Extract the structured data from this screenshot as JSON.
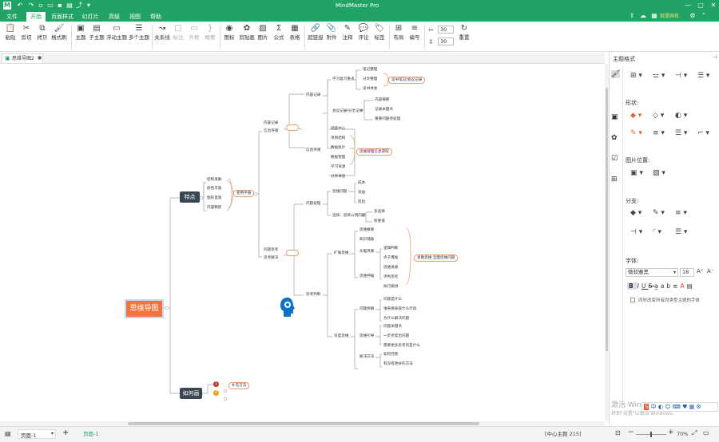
{
  "app": {
    "title": "MindMaster Pro",
    "user_label": "就是网名"
  },
  "menu_tabs": [
    "文件",
    "开始",
    "页面样式",
    "幻灯片",
    "高级",
    "视图",
    "帮助"
  ],
  "active_tab": "开始",
  "ribbon": {
    "paste": "粘贴",
    "cut": "剪切",
    "copy": "拷贝",
    "format_painter": "格式刷",
    "topic": "主题",
    "subtopic": "子主题",
    "floating_topic": "浮动主题",
    "multi_topic": "多个主题",
    "relationship": "关系线",
    "callout": "标注",
    "boundary": "外框",
    "summary": "概要",
    "icon": "图标",
    "clipart": "剪贴画",
    "picture": "图片",
    "formula": "公式",
    "table": "表格",
    "hyperlink": "超链接",
    "attachment": "附件",
    "note": "注释",
    "comment": "评论",
    "tag": "标签",
    "layout": "布局",
    "numbering": "编号",
    "spin_value_1": "30",
    "spin_value_2": "30",
    "reset": "重置"
  },
  "doc_tab": {
    "name": "思维导图2"
  },
  "mindmap": {
    "root": "思维导图",
    "branch1": "特点",
    "branch2": "如何画",
    "features": [
      "结构发散",
      "颜色丰富",
      "图形直观",
      "内容精炼"
    ],
    "feature_summary": "使用手册",
    "l2_top": "内容记录",
    "l2_top_sub": "信息存储",
    "l2_mid": "问题思考",
    "l2_mid_sub": "思考解决",
    "focus": "内容记录",
    "focus_children": [
      "学习复习重点",
      "会议记录/分享记录",
      "信息存储"
    ],
    "study_items": [
      "笔记整理",
      "分享整理",
      "读书体会"
    ],
    "study_tag": "读书笔记/会议记录",
    "meeting_items": [
      "内容摘要",
      "记录关键点",
      "重要问题待处理"
    ],
    "store_items": [
      "调查中心",
      "项目结构",
      "数据统计",
      "数据管理",
      "学习资源",
      "分享体验"
    ],
    "store_tag": "思维管理信息获取",
    "problem": "问题处理",
    "problem_children": [
      "思维问题",
      "选择、思辨公钥问题"
    ],
    "problem_a": [
      "成本",
      "效益",
      "风险"
    ],
    "problem_b": [
      "多选择",
      "权重值"
    ],
    "think": "思考判断",
    "think_children": [
      "扩展思维",
      "深度思维"
    ],
    "expand": [
      "思维概要",
      "知识储备",
      "头脑风暴",
      "思维伸展"
    ],
    "brain_items": [
      "逻辑判断",
      "点子爆发",
      "思维发展",
      "评判思考",
      "执行跟进"
    ],
    "brain_tag": "发散思维 全面思维问题",
    "deep_groups": [
      "问题拆解",
      "思维引导",
      "解决方法"
    ],
    "deep_items": [
      "问题是什么",
      "谁来要采取什么行动",
      "为什么解决问题",
      "问题关键点",
      "一步步提出问题",
      "需要更多思考的是什么",
      "如何完善",
      "有没有更好的方法"
    ],
    "how_label": "补充方法",
    "badge1": "1",
    "badge2": "2"
  },
  "right_panel": {
    "title": "主题格式",
    "shape": "形状:",
    "image_position": "图片位置:",
    "branch": "分支:",
    "font": "字体:",
    "font_name": "微软雅黑",
    "font_size": "18",
    "apply_same": "同时改变所有同类型主题的字体"
  },
  "status": {
    "page_select": "页面-1",
    "page_tab": "页面-1",
    "center_info": "[中心主题 215]",
    "zoom": "70%",
    "watermark_line1": "激活 Windows",
    "watermark_line2": "转到\"设置\"以激活 Windows。"
  },
  "colors": {
    "accent": "#21a366",
    "root": "#f4743b",
    "dark_node": "#3b4653",
    "line": "#9aa4ae"
  }
}
